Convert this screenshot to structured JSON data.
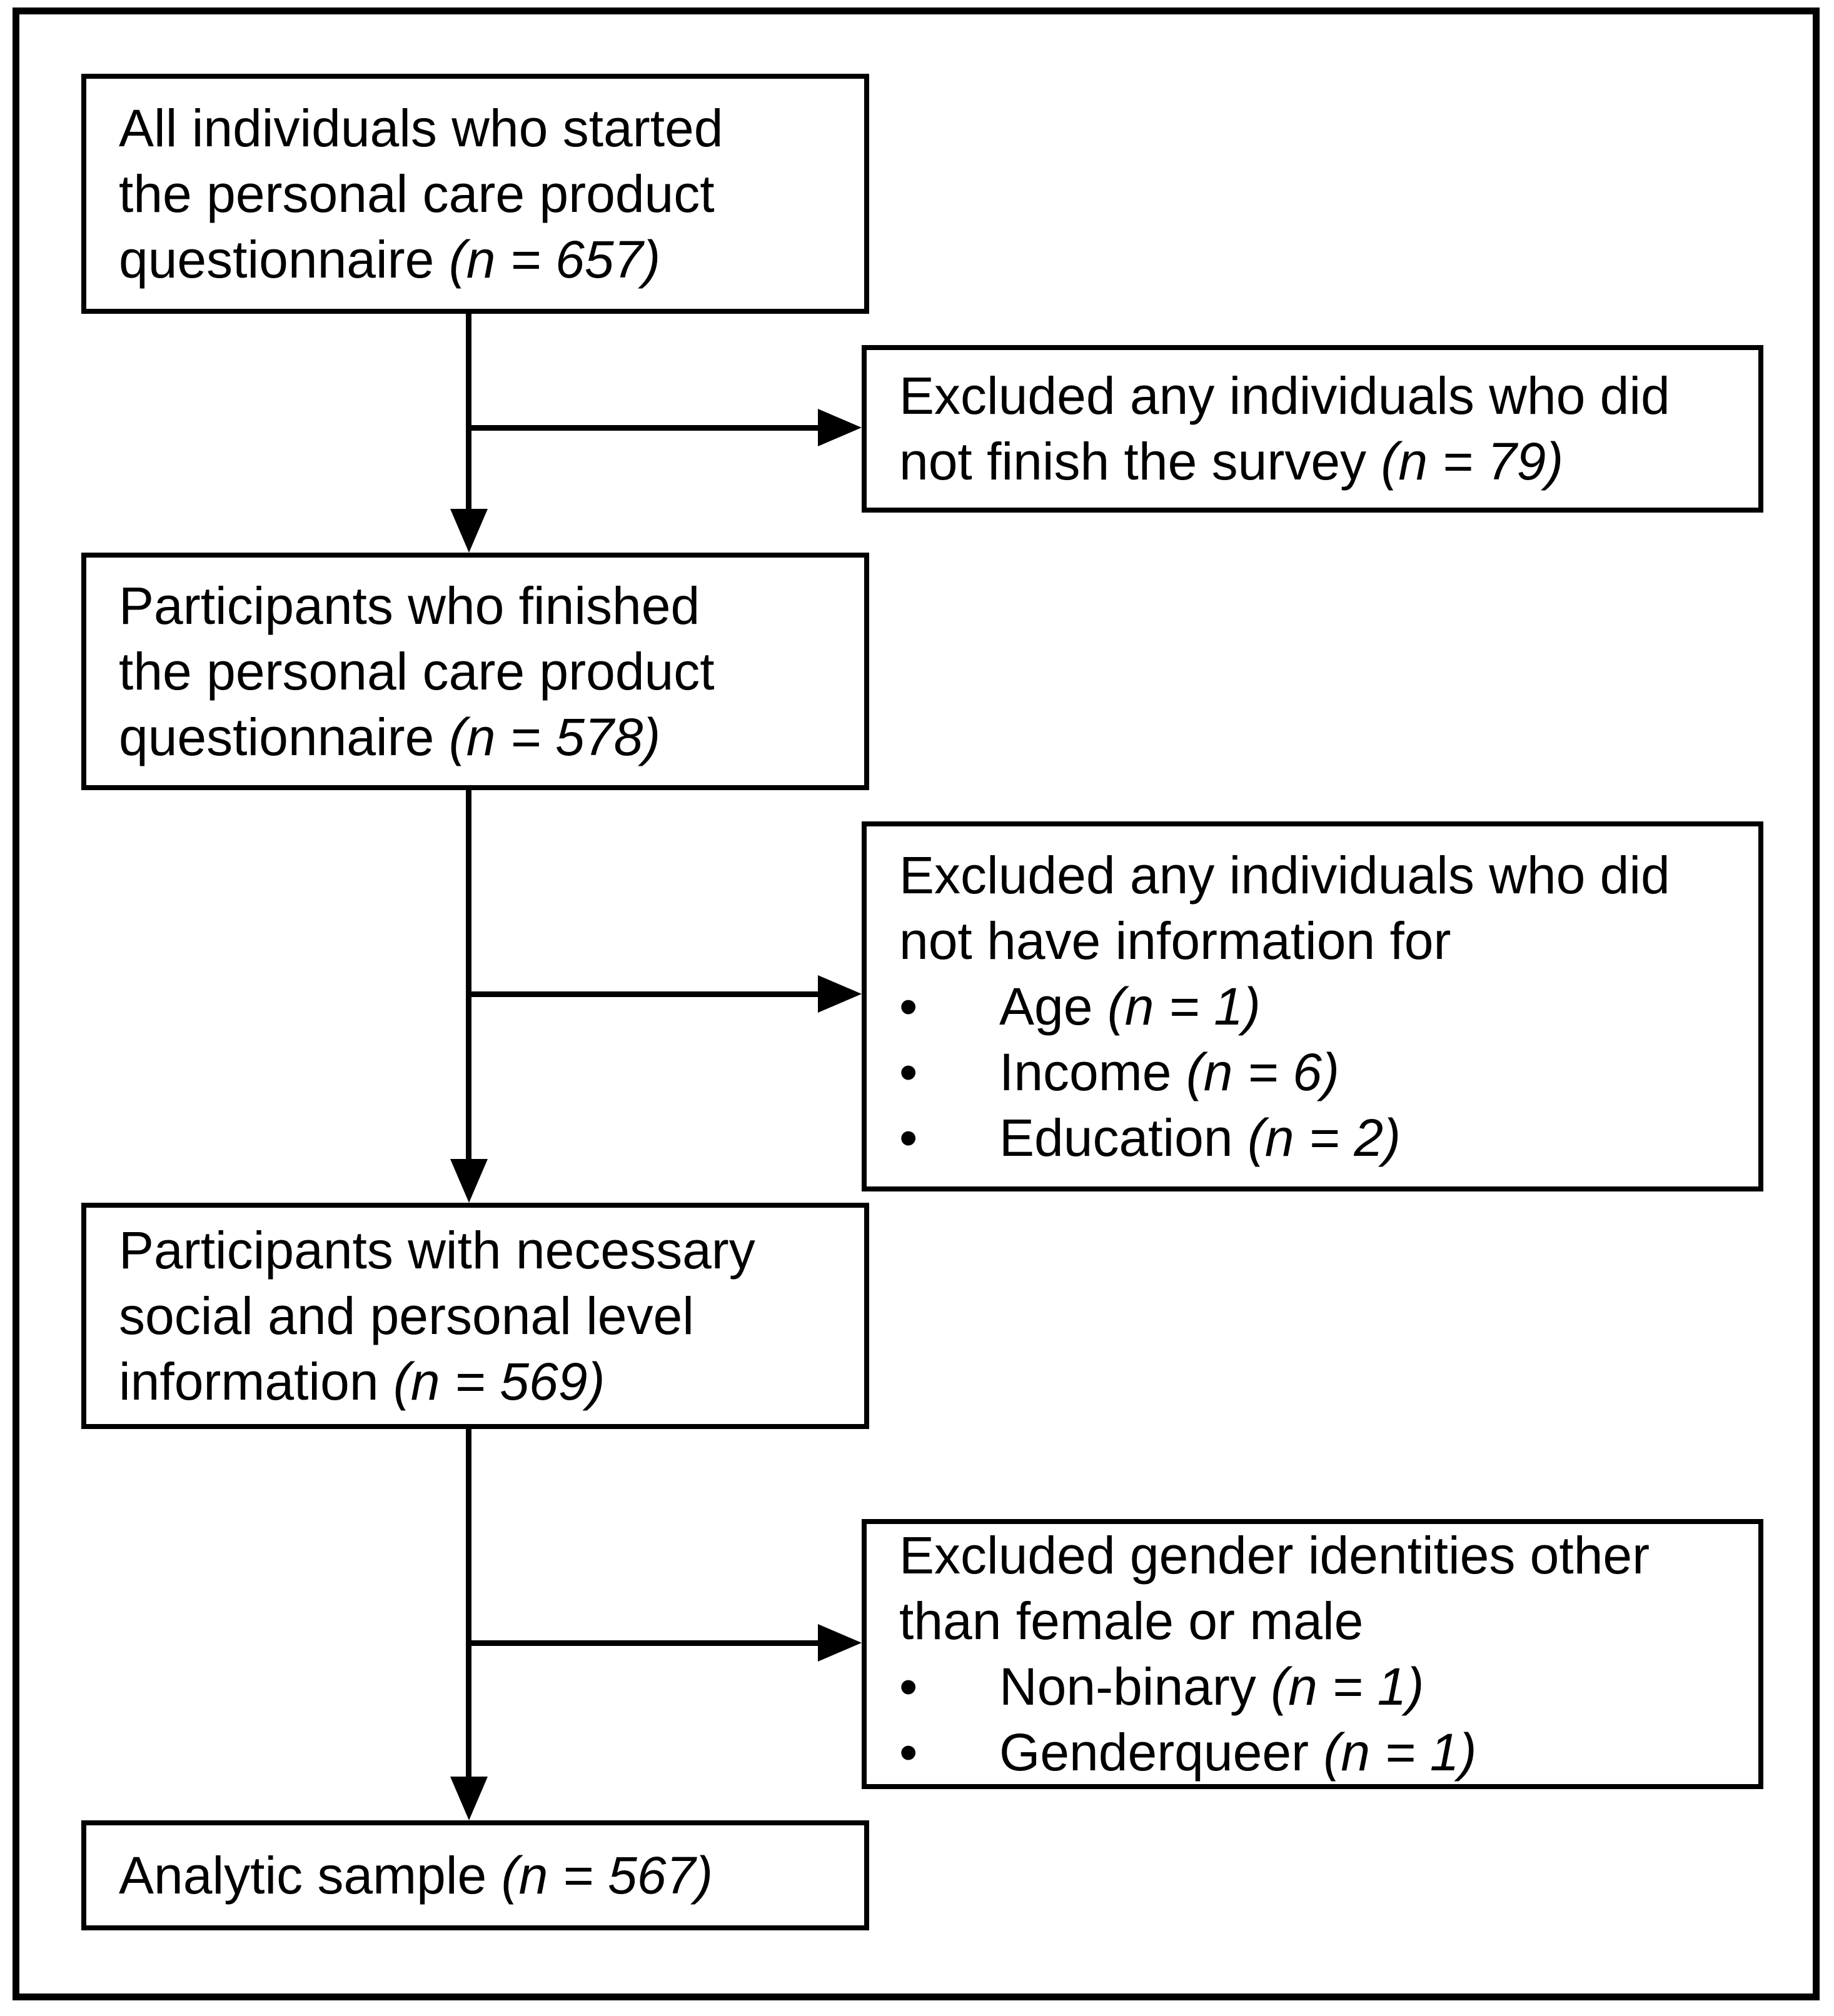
{
  "page": {
    "background_color": "#ffffff",
    "ink_color": "#000000",
    "bullet_char": "•"
  },
  "flowchart": {
    "boxes": {
      "started": {
        "lines": [
          [
            {
              "t": "All individuals who started"
            }
          ],
          [
            {
              "t": "the personal care product"
            }
          ],
          [
            {
              "t": "questionnaire "
            },
            {
              "t": "(n = 657)",
              "i": true
            }
          ]
        ]
      },
      "excluded_not_finish": {
        "lines": [
          [
            {
              "t": "Excluded any individuals who did"
            }
          ],
          [
            {
              "t": "not finish the survey "
            },
            {
              "t": "(n = 79)",
              "i": true
            }
          ]
        ]
      },
      "finished": {
        "lines": [
          [
            {
              "t": "Participants who finished"
            }
          ],
          [
            {
              "t": "the personal care product"
            }
          ],
          [
            {
              "t": "questionnaire "
            },
            {
              "t": "(n = 578)",
              "i": true
            }
          ]
        ]
      },
      "excluded_missing_info": {
        "lines": [
          [
            {
              "t": "Excluded any individuals who did"
            }
          ],
          [
            {
              "t": "not have information for"
            }
          ]
        ],
        "bullets": [
          [
            {
              "t": "Age "
            },
            {
              "t": "(n = 1)",
              "i": true
            }
          ],
          [
            {
              "t": "Income "
            },
            {
              "t": "(n = 6)",
              "i": true
            }
          ],
          [
            {
              "t": "Education "
            },
            {
              "t": "(n = 2)",
              "i": true
            }
          ]
        ]
      },
      "necessary_info": {
        "lines": [
          [
            {
              "t": "Participants with necessary"
            }
          ],
          [
            {
              "t": "social and personal level"
            }
          ],
          [
            {
              "t": "information "
            },
            {
              "t": "(n = 569)",
              "i": true
            }
          ]
        ]
      },
      "excluded_gender": {
        "lines": [
          [
            {
              "t": "Excluded gender identities other"
            }
          ],
          [
            {
              "t": "than female or male"
            }
          ]
        ],
        "bullets": [
          [
            {
              "t": "Non-binary "
            },
            {
              "t": "(n = 1)",
              "i": true
            }
          ],
          [
            {
              "t": "Genderqueer "
            },
            {
              "t": "(n = 1)",
              "i": true
            }
          ]
        ]
      },
      "analytic_sample": {
        "lines": [
          [
            {
              "t": "Analytic sample "
            },
            {
              "t": "(n = 567)",
              "i": true
            }
          ]
        ]
      }
    }
  }
}
